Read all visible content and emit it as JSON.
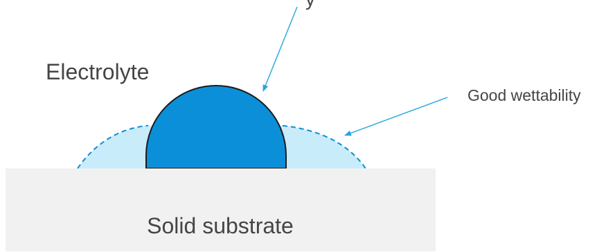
{
  "labels": {
    "electrolyte": "Electrolyte",
    "wettability": "Good wettability",
    "substrate": "Solid substrate",
    "cropped_top": "y"
  },
  "colors": {
    "substrate_fill": "#f1f1f1",
    "droplet_fill": "#0b8fd8",
    "droplet_stroke": "#1b1b1b",
    "wetting_fill": "#c9ecfb",
    "wetting_stroke": "#0c8fd3",
    "arrow": "#22a6de",
    "text": "#454545"
  }
}
